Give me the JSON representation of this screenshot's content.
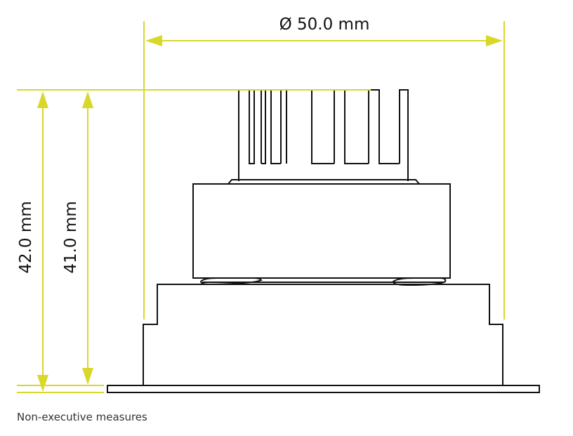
{
  "dimensions": {
    "diameter": "Ø 50.0 mm",
    "total_height": "42.0 mm",
    "body_height": "41.0 mm"
  },
  "note": "Non-executive measures",
  "colors": {
    "dimension": "#d9d72a",
    "outline": "#111111"
  }
}
